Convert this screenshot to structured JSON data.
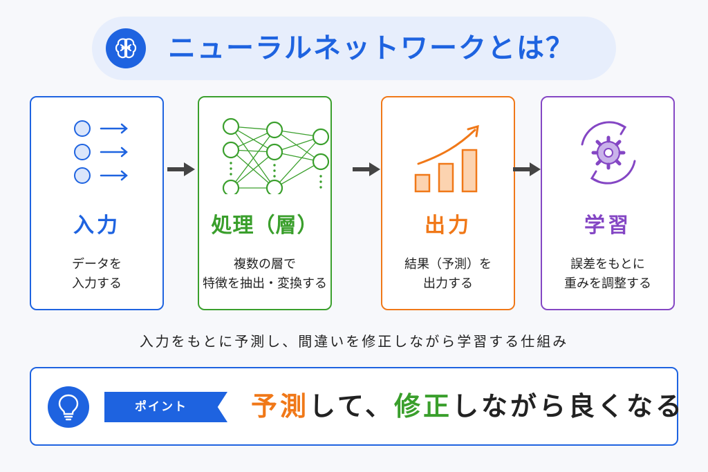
{
  "title": "ニューラルネットワークとは？",
  "cards": [
    {
      "label": "入力",
      "desc": "データを\n入力する",
      "color": "#1e63e0",
      "icon": "input-nodes-icon"
    },
    {
      "label": "処理（層）",
      "desc": "複数の層で\n特徴を抽出・変換する",
      "color": "#3a9f2c",
      "icon": "neural-network-icon"
    },
    {
      "label": "出力",
      "desc": "結果（予測）を\n出力する",
      "color": "#f07818",
      "icon": "bar-chart-icon"
    },
    {
      "label": "学習",
      "desc": "誤差をもとに\n重みを調整する",
      "color": "#8446c4",
      "icon": "gear-cycle-icon"
    }
  ],
  "summary": "入力をもとに予測し、間違いを修正しながら学習する仕組み",
  "point": {
    "badge": "ポイント",
    "parts": [
      {
        "text": "予測",
        "color": "#f07818"
      },
      {
        "text": "して、",
        "color": "#222222"
      },
      {
        "text": "修正",
        "color": "#3a9f2c"
      },
      {
        "text": "しながら良くなる",
        "color": "#222222"
      }
    ]
  },
  "colors": {
    "accent": "#1e63e0",
    "arrow": "#444444"
  },
  "icons": [
    "brain-icon",
    "arrow-right-icon",
    "light-bulb-icon"
  ]
}
